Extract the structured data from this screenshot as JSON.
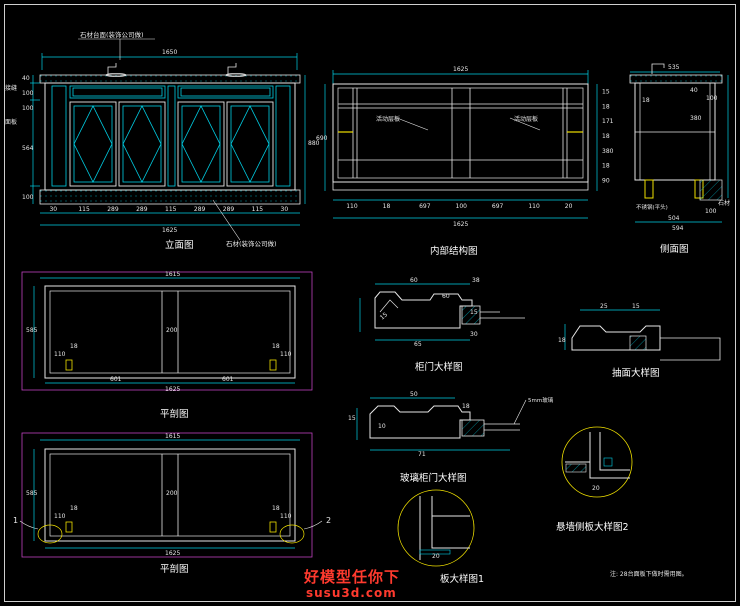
{
  "drawing": {
    "views": {
      "elevation": {
        "title": "立面图",
        "label_top": "石材台面(装饰公司做)",
        "label_bottom": "石材(装饰公司做)",
        "side_a": "接缝",
        "side_b": "面板"
      },
      "internal": {
        "title": "内部结构图",
        "shelf_a": "活动层板",
        "shelf_b": "活动层板"
      },
      "side": {
        "title": "侧面图",
        "foot_note": "不锈钢(平头)",
        "edge_note": "石材"
      },
      "plan_upper": {
        "title": "平剖图"
      },
      "plan_lower": {
        "title": "平剖图",
        "marker_1": "1",
        "marker_2": "2"
      },
      "door_detail": {
        "title": "柜门大样图"
      },
      "drawer_detail": {
        "title": "抽面大样图"
      },
      "glass_door_detail": {
        "title": "玻璃柜门大样图",
        "glass_note": "5mm玻璃"
      },
      "corner_detail_1": {
        "title": "板大样图1"
      },
      "corner_detail_2": {
        "title": "悬墙侧板大样图2"
      }
    },
    "dimensions": {
      "elev_top": "1650",
      "elev_bottom": "1625",
      "elev_bottom_parts": [
        "30",
        "115",
        "289",
        "289",
        "115",
        "289",
        "289",
        "115",
        "30"
      ],
      "elev_left": [
        "40",
        "100",
        "100",
        "564",
        "100"
      ],
      "elev_right": "880",
      "int_top": "1625",
      "int_bottom": "1625",
      "int_bottom_parts": [
        "110",
        "18",
        "697",
        "100",
        "697",
        "110",
        "20"
      ],
      "int_left": "690",
      "int_right": [
        "15",
        "18",
        "171",
        "18",
        "380",
        "18",
        "90"
      ],
      "side_top": "535",
      "side_right": [
        "40",
        "100"
      ],
      "side_inner": [
        "18",
        "380"
      ],
      "side_bottom": [
        "504",
        "100"
      ],
      "side_bottom_total": "594",
      "plan_top": "1615",
      "plan_mid": [
        "601",
        "601"
      ],
      "plan_total": "1625",
      "plan_left": "585",
      "plan_side_small": [
        "110",
        "18",
        "18",
        "110"
      ],
      "plan_center": "200",
      "door_top": [
        "60",
        "38"
      ],
      "door_parts": [
        "15",
        "60"
      ],
      "door_bottom": "65",
      "door_right": [
        "15",
        "30"
      ],
      "drawer_top": [
        "25",
        "15"
      ],
      "drawer_left": "18",
      "glass_top": [
        "50",
        "18"
      ],
      "glass_bottom": "71",
      "glass_left": [
        "15",
        "10"
      ],
      "corner1_dim": "20",
      "corner2_dim": "20"
    },
    "note": "注: 28台面板下做时需用图。",
    "watermark": {
      "line1": "好模型任你下",
      "line2": "susu3d.com"
    }
  },
  "colors": {
    "white_line": "#e6e6e6",
    "cyan_line": "#00d0e6",
    "yellow_line": "#f0e000",
    "magenta_line": "#c040c0",
    "red_text": "#ff3a2e",
    "background": "#000000"
  }
}
